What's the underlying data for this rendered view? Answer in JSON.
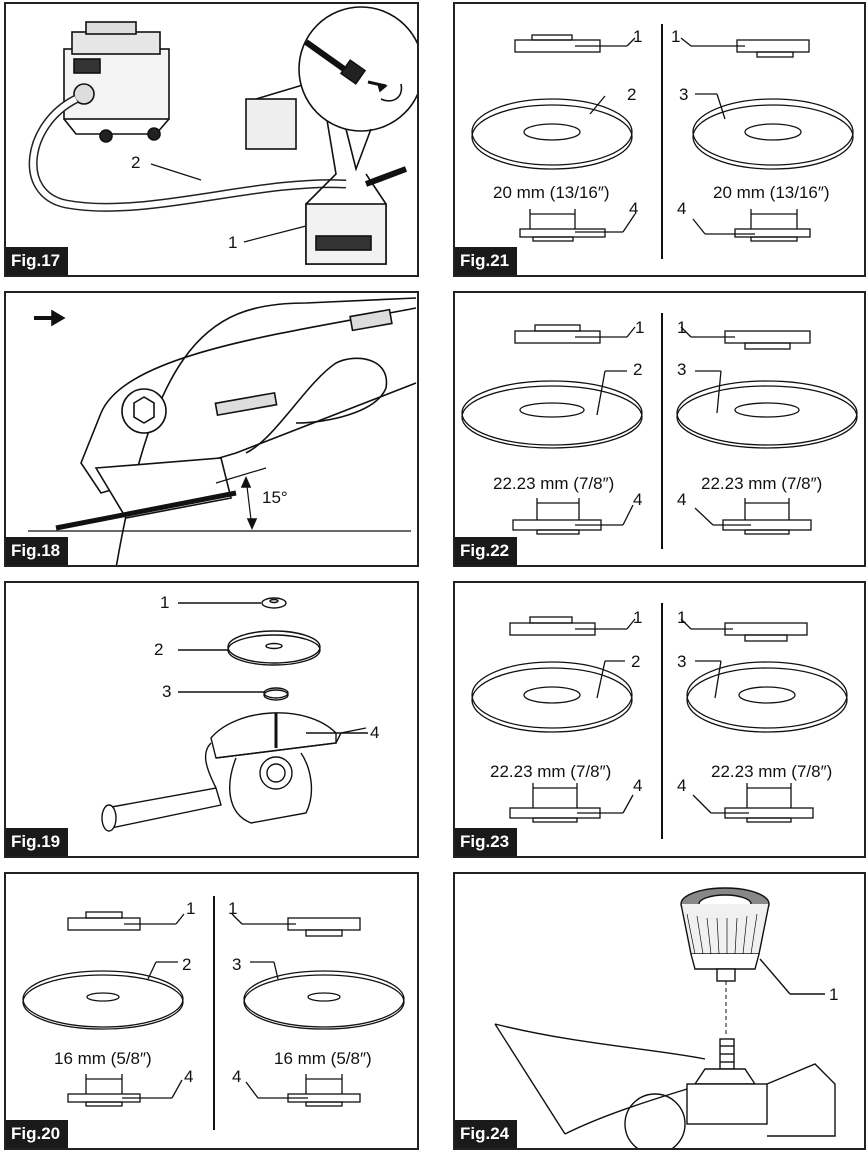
{
  "figures": {
    "fig17": {
      "label": "Fig.17",
      "callouts": [
        "1",
        "2"
      ]
    },
    "fig18": {
      "label": "Fig.18",
      "angle": "15°"
    },
    "fig19": {
      "label": "Fig.19",
      "callouts": [
        "1",
        "2",
        "3",
        "4"
      ]
    },
    "fig20": {
      "label": "Fig.20",
      "callouts": [
        "1",
        "2",
        "1",
        "3",
        "4",
        "4"
      ],
      "dimension": "16 mm (5/8″)"
    },
    "fig21": {
      "label": "Fig.21",
      "callouts": [
        "1",
        "2",
        "1",
        "3",
        "4",
        "4"
      ],
      "dimension": "20 mm (13/16″)"
    },
    "fig22": {
      "label": "Fig.22",
      "callouts": [
        "1",
        "2",
        "1",
        "3",
        "4",
        "4"
      ],
      "dimension": "22.23 mm (7/8″)"
    },
    "fig23": {
      "label": "Fig.23",
      "callouts": [
        "1",
        "2",
        "1",
        "3",
        "4",
        "4"
      ],
      "dimension": "22.23 mm (7/8″)"
    },
    "fig24": {
      "label": "Fig.24",
      "callouts": [
        "1"
      ]
    }
  }
}
